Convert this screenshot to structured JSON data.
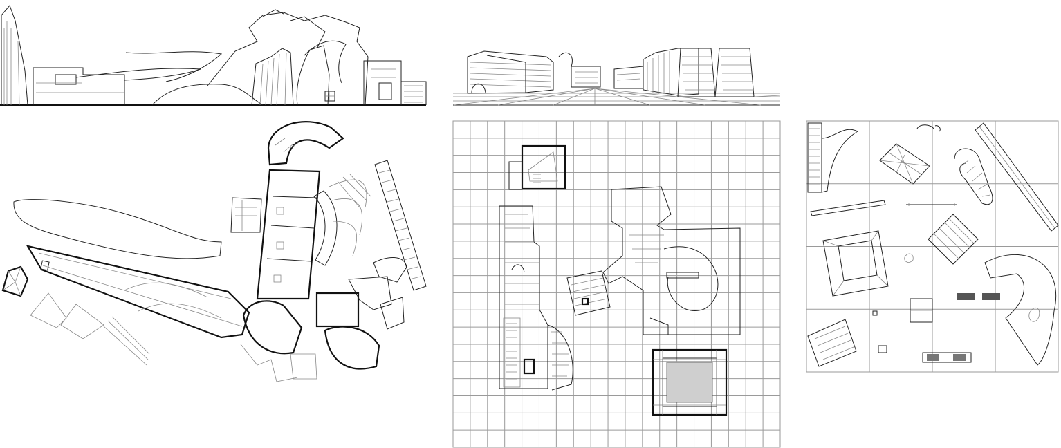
{
  "sheet": {
    "background": "#ffffff",
    "ink": "#222222",
    "grid_color": "#9a9a9a",
    "panels": [
      {
        "id": "elevation-left",
        "content": "building-elevation-drawing"
      },
      {
        "id": "plan-left",
        "content": "museum-floor-plan-drawing"
      },
      {
        "id": "perspective-middle",
        "content": "street-perspective-drawing"
      },
      {
        "id": "grid-plan-middle",
        "content": "gridded-comparative-plans-drawing"
      },
      {
        "id": "grid-plan-right",
        "content": "gridded-object-plans-drawing"
      }
    ]
  }
}
